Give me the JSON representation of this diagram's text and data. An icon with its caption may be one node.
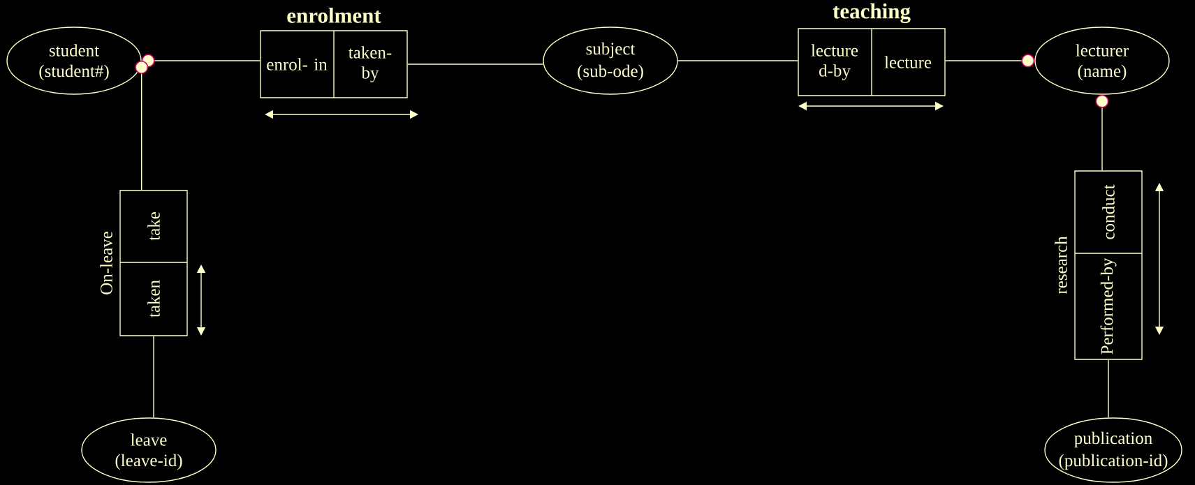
{
  "diagram": {
    "nodes": [
      {
        "text": [
          "student",
          "(student#)"
        ]
      },
      {
        "text": [
          "enrolment",
          "enrol- in",
          "taken- by"
        ]
      },
      {
        "text": [
          "subject",
          "(sub-ode)"
        ]
      },
      {
        "text": [
          "teaching",
          "lecture d-by",
          "lecture"
        ]
      },
      {
        "text": [
          "lecturer",
          "(name)"
        ]
      },
      {
        "text": [
          "On-leave",
          "take",
          "taken"
        ]
      },
      {
        "text": [
          "research",
          "conduct",
          "Performed-by"
        ]
      },
      {
        "text": [
          "leave",
          "(leave-id)"
        ]
      },
      {
        "text": [
          "publication",
          "(publication-id)"
        ]
      }
    ],
    "edges": [
      {
        "from": 0,
        "to": 1,
        "arrow": "other"
      },
      {
        "from": 1,
        "to": 2,
        "arrow": "none"
      },
      {
        "from": 2,
        "to": 3,
        "arrow": "none"
      },
      {
        "from": 4,
        "to": 3,
        "arrow": "other"
      },
      {
        "from": 0,
        "to": 5,
        "arrow": "other"
      },
      {
        "from": 4,
        "to": 6,
        "arrow": "other"
      },
      {
        "from": 5,
        "to": 7,
        "arrow": "none"
      },
      {
        "from": 6,
        "to": 8,
        "arrow": "none"
      }
    ]
  }
}
